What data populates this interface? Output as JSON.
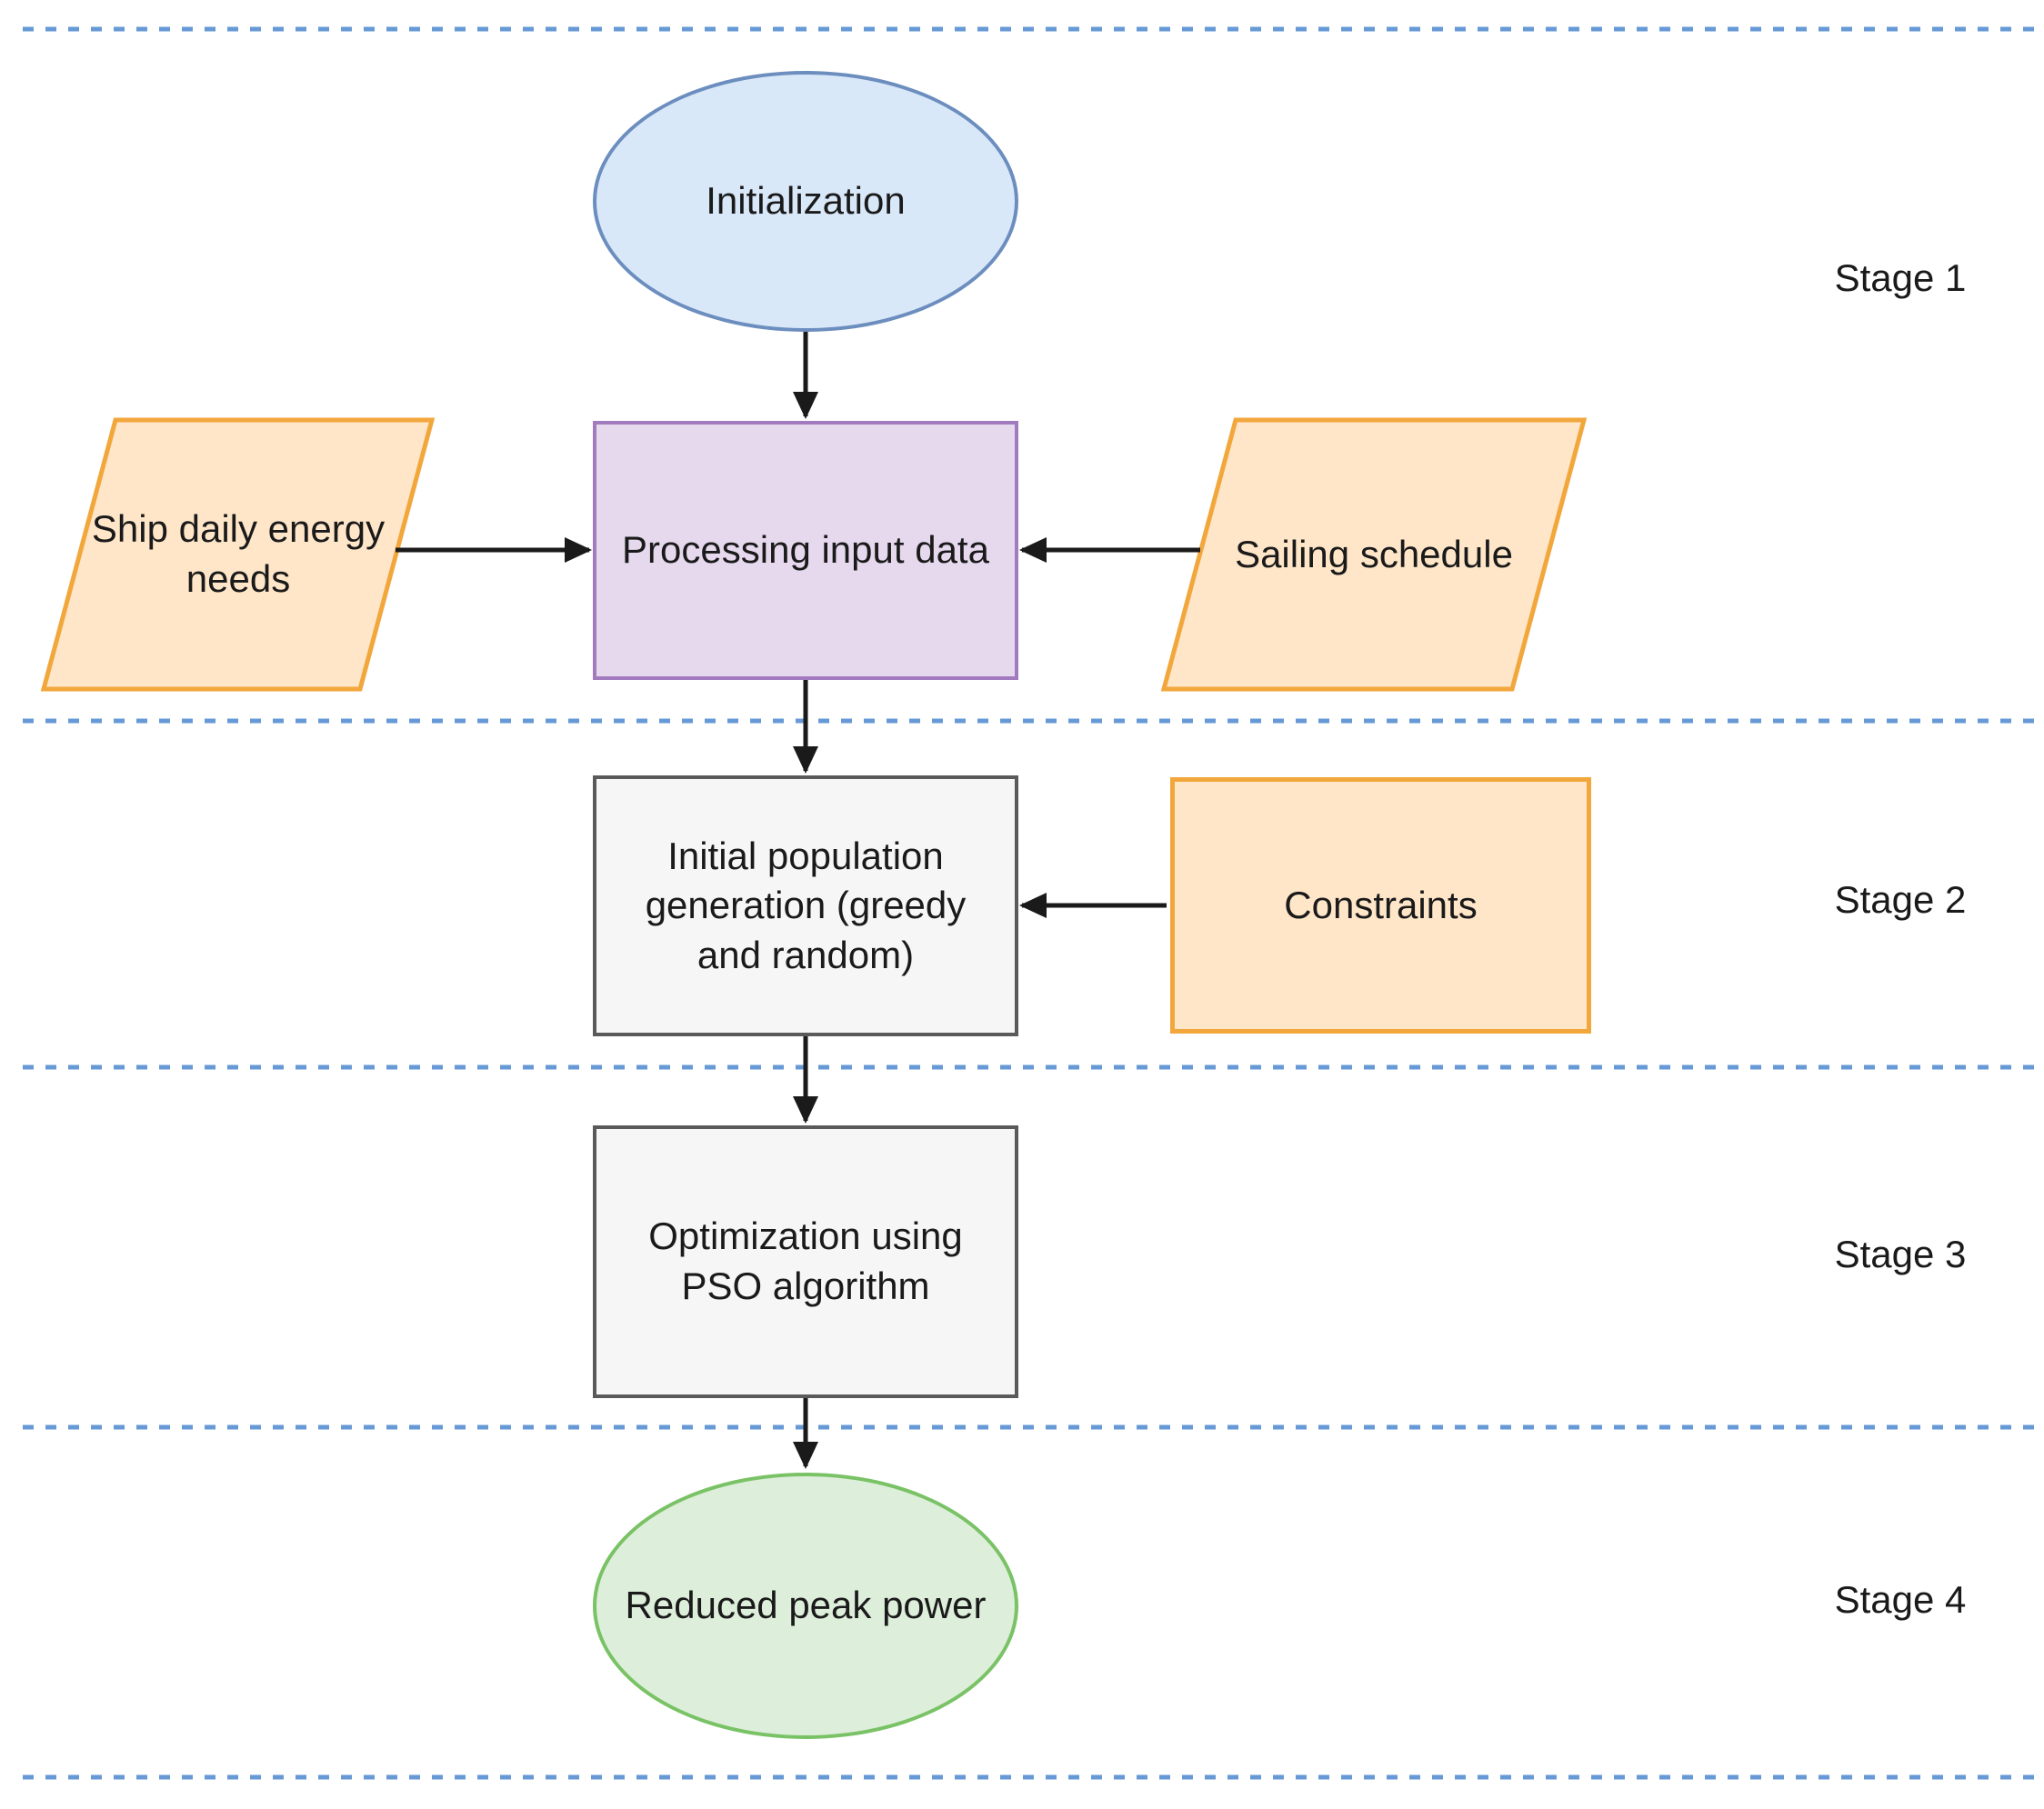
{
  "diagram": {
    "type": "flowchart",
    "stages": [
      {
        "label": "Stage 1"
      },
      {
        "label": "Stage 2"
      },
      {
        "label": "Stage 3"
      },
      {
        "label": "Stage 4"
      }
    ],
    "nodes": {
      "initialization": {
        "label": "Initialization",
        "shape": "ellipse",
        "fill": "#d9e8f9",
        "stroke": "#6c8ebf"
      },
      "ship_daily_energy_needs": {
        "label": "Ship daily energy\nneeds",
        "shape": "parallelogram",
        "fill": "#ffe6c9",
        "stroke": "#f2a73d"
      },
      "processing_input_data": {
        "label": "Processing input data",
        "shape": "rectangle",
        "fill": "#e6d9ee",
        "stroke": "#a27bbf"
      },
      "sailing_schedule": {
        "label": "Sailing schedule",
        "shape": "parallelogram",
        "fill": "#ffe6c9",
        "stroke": "#f2a73d"
      },
      "initial_population": {
        "label": "Initial population\ngeneration (greedy\nand random)",
        "shape": "rectangle",
        "fill": "#f6f6f6",
        "stroke": "#5a5a5a"
      },
      "constraints": {
        "label": "Constraints",
        "shape": "rectangle",
        "fill": "#ffe6c9",
        "stroke": "#f2a73d"
      },
      "optimization_pso": {
        "label": "Optimization using\nPSO algorithm",
        "shape": "rectangle",
        "fill": "#f6f6f6",
        "stroke": "#5a5a5a"
      },
      "reduced_peak_power": {
        "label": "Reduced peak power",
        "shape": "ellipse",
        "fill": "#ddeeda",
        "stroke": "#79c265"
      }
    },
    "edges": [
      {
        "from": "initialization",
        "to": "processing_input_data"
      },
      {
        "from": "ship_daily_energy_needs",
        "to": "processing_input_data"
      },
      {
        "from": "sailing_schedule",
        "to": "processing_input_data"
      },
      {
        "from": "processing_input_data",
        "to": "initial_population"
      },
      {
        "from": "constraints",
        "to": "initial_population"
      },
      {
        "from": "initial_population",
        "to": "optimization_pso"
      },
      {
        "from": "optimization_pso",
        "to": "reduced_peak_power"
      }
    ],
    "colors": {
      "stage_divider": "#6699d6",
      "arrow": "#1a1a1a",
      "text": "#1a1a1a",
      "background": "#ffffff"
    }
  }
}
